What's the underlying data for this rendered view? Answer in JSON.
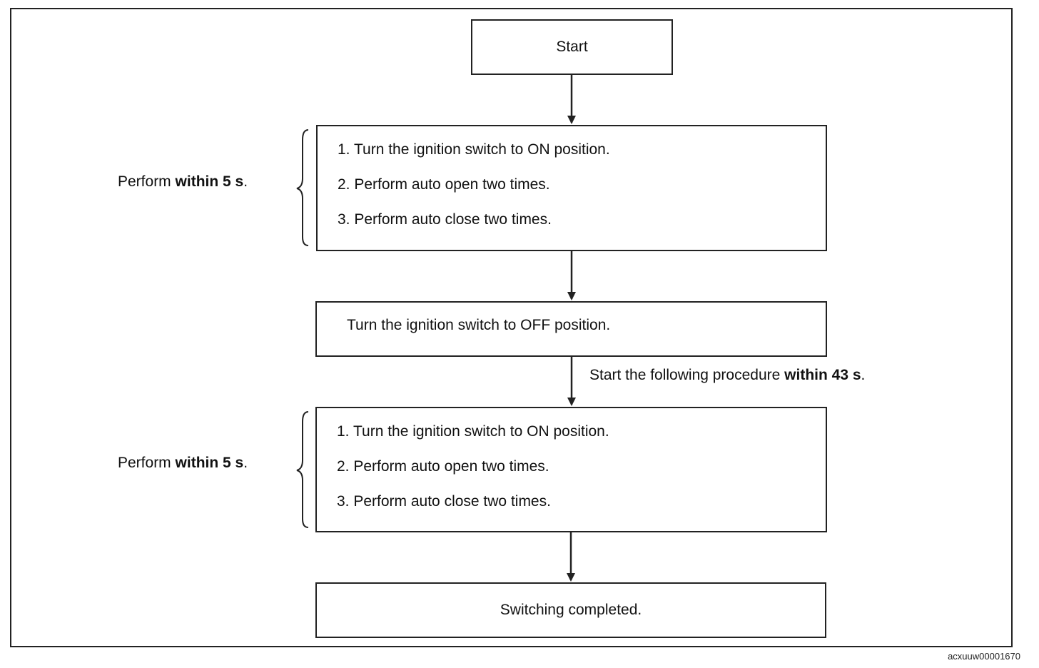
{
  "nodes": {
    "start": "Start",
    "steps_1": [
      "1. Turn the ignition switch to ON position.",
      "2. Perform auto open two times.",
      "3. Perform auto close two times."
    ],
    "off": "Turn the ignition switch to OFF position.",
    "steps_2": [
      "1. Turn the ignition switch to ON position.",
      "2. Perform auto open two times.",
      "3. Perform auto close two times."
    ],
    "done": "Switching completed."
  },
  "notes": {
    "perform_prefix": "Perform",
    "perform_bold": "within 5 s",
    "perform_suffix": ".",
    "timer_prefix": "Start the following procedure",
    "timer_bold": "within 43 s",
    "timer_suffix": "."
  },
  "figure_id": "acxuuw00001670",
  "colors": {
    "line": "#222222",
    "background": "#ffffff"
  }
}
